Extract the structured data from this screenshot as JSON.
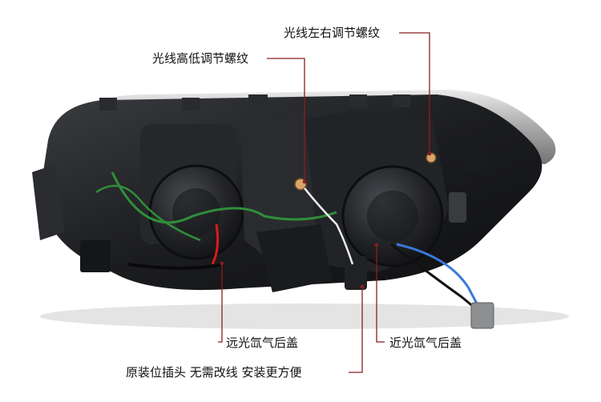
{
  "annotations": {
    "lr_screw": "光线左右调节螺纹",
    "hl_screw": "光线高低调节螺纹",
    "high_beam_cover": "远光氙气后盖",
    "low_beam_cover": "近光氙气后盖",
    "plug_note": "原装位插头 无需改线 安装更方便"
  },
  "colors": {
    "leader_line": "#8b1e1e",
    "housing": "#1e1f22",
    "red_wire": "#d81b1b",
    "green_wire": "#2f8f3a",
    "blue_wire": "#3a78d8"
  }
}
